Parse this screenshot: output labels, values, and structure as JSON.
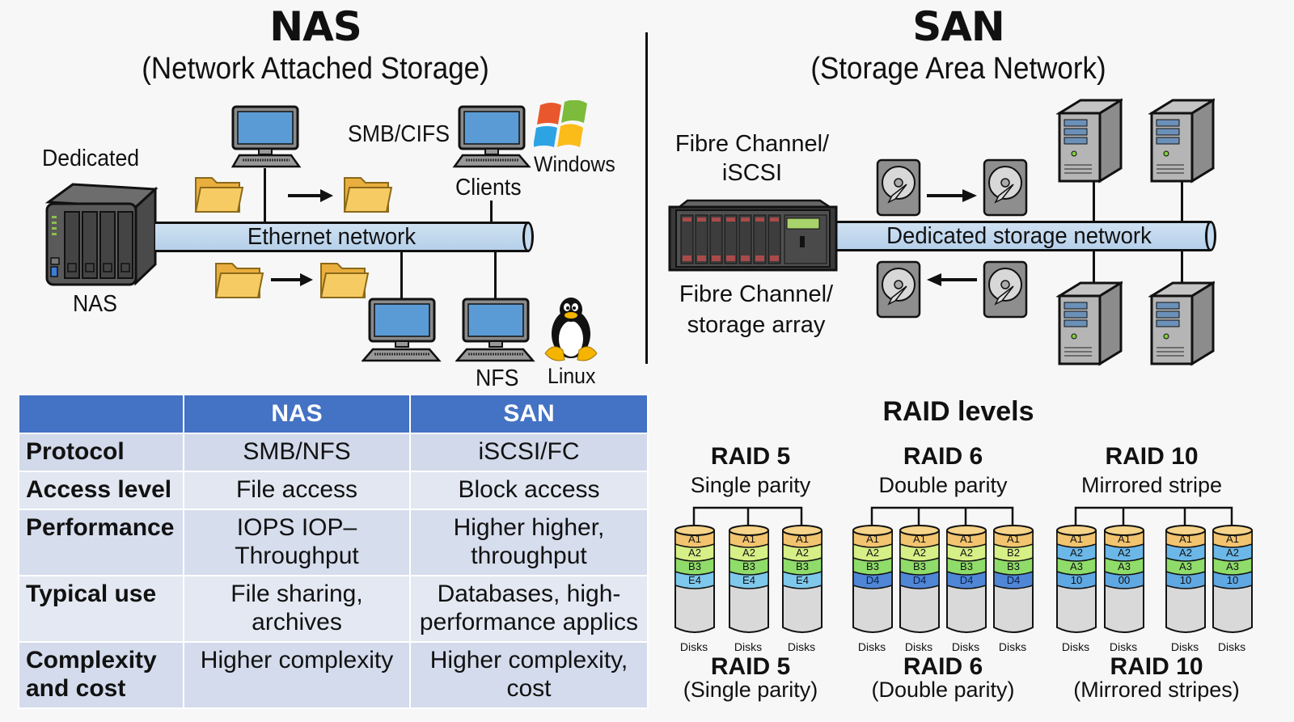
{
  "nas": {
    "title": "NAS",
    "subtitle": "(Network Attached Storage)",
    "device_top_label": "Dedicated",
    "device_bottom_label": "NAS",
    "network_label": "Ethernet network",
    "protocol_windows": "SMB/CIFS",
    "clients_label": "Clients",
    "windows_label": "Windows",
    "protocol_linux": "NFS",
    "linux_label": "Linux",
    "colors": {
      "network": "#c4daef",
      "folder": "#f5c25a",
      "screen": "#5b9bd5"
    }
  },
  "san": {
    "title": "SAN",
    "subtitle": "(Storage Area Network)",
    "top_label_line1": "Fibre Channel/",
    "top_label_line2": "iSCSI",
    "bottom_label_line1": "Fibre Channel/",
    "bottom_label_line2": "storage array",
    "network_label": "Dedicated storage network"
  },
  "table": {
    "headers": [
      "",
      "NAS",
      "SAN"
    ],
    "rows": [
      {
        "label": "Protocol",
        "nas": "SMB/NFS",
        "san": "iSCSI/FC"
      },
      {
        "label": "Access level",
        "nas": "File access",
        "san": "Block access"
      },
      {
        "label": "Performance",
        "nas": "IOPS IOP–\nThroughput",
        "san": "Higher higher,\nthroughput"
      },
      {
        "label": "Typical use",
        "nas": "File sharing,\narchives",
        "san": "Databases, high-\nperformance applics"
      },
      {
        "label": "Complexity\nand cost",
        "nas": "Higher complexity",
        "san": "Higher complexity,\ncost"
      }
    ],
    "header_color": "#4472c4"
  },
  "raid": {
    "title": "RAID levels",
    "disk_label": "Disks",
    "levels": [
      {
        "name": "RAID 5",
        "subtitle": "Single parity",
        "caption_name": "RAID 5",
        "caption_sub": "(Single parity)",
        "disks": [
          [
            "A1",
            "A2",
            "B3",
            "E4"
          ],
          [
            "A1",
            "A2",
            "B3",
            "E4"
          ],
          [
            "A1",
            "A2",
            "B3",
            "E4"
          ]
        ]
      },
      {
        "name": "RAID 6",
        "subtitle": "Double parity",
        "caption_name": "RAID 6",
        "caption_sub": "(Double parity)",
        "disks": [
          [
            "A1",
            "A2",
            "B3",
            "D4"
          ],
          [
            "A1",
            "A2",
            "B3",
            "D4"
          ],
          [
            "A1",
            "A2",
            "B3",
            "D4"
          ],
          [
            "A1",
            "B2",
            "B3",
            "D4"
          ]
        ]
      },
      {
        "name": "RAID 10",
        "subtitle": "Mirrored stripe",
        "caption_name": "RAID 10",
        "caption_sub": "(Mirrored stripes)",
        "disks": [
          [
            "A1",
            "A2",
            "A3",
            "10"
          ],
          [
            "A1",
            "A2",
            "A3",
            "00"
          ],
          [
            "A1",
            "A2",
            "A3",
            "10"
          ],
          [
            "A1",
            "A2",
            "A3",
            "10"
          ]
        ]
      }
    ],
    "colors": {
      "band1": "#f2c46f",
      "band2": "#d6ef86",
      "band3": "#8fdc6a",
      "band4_raid5": "#7ec8ec",
      "band4_raid6": "#4f86d6",
      "band2_raid10": "#6bb8e8",
      "band4_raid10": "#5fa8e2",
      "body": "#d9d9d9"
    }
  }
}
